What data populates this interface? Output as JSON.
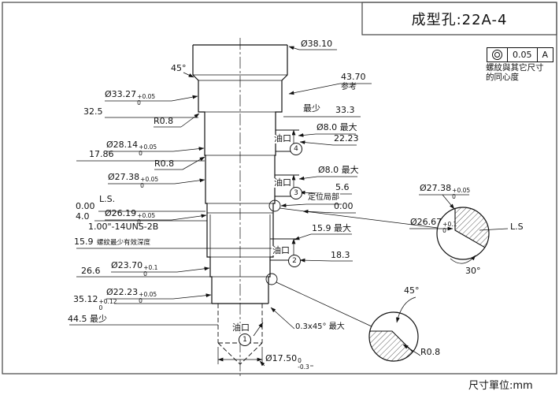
{
  "title": "成型孔:22A-4",
  "units_label": "尺寸單位:mm",
  "tolerance_frame": {
    "symbol": "concentricity",
    "value": "0.05",
    "datum": "A",
    "note_line1": "螺紋與其它尺寸",
    "note_line2": "的同心度"
  },
  "dims": {
    "d3810": "Ø38.10",
    "n4370": "43.70",
    "ref_note": "参考",
    "angle45_top": "45°",
    "d3327": {
      "v": "Ø33.27",
      "tu": "+0.05",
      "tl": "0"
    },
    "n325": "32.5",
    "min_label": "最少",
    "n333": "33.3",
    "r08_a": "R0.8",
    "d80_max_4": "Ø8.0 最大",
    "n2223": "22.23",
    "d2814": {
      "v": "Ø28.14",
      "tu": "+0.05",
      "tl": "0"
    },
    "n1786": "17.86",
    "r08_b": "R0.8",
    "d2738": {
      "v": "Ø27.38",
      "tu": "+0.05",
      "tl": "0"
    },
    "d80_max_3": "Ø8.0 最大",
    "n56": "5.6",
    "ls": "L.S.",
    "n000_left": "0.00",
    "loc_note": "定位局部",
    "n000_right": "0.00",
    "n40": "4.0",
    "d2619": {
      "v": "Ø26.19",
      "tu": "+0.05",
      "tl": "0"
    },
    "thread_spec": "1.00\"-14UNS-2B",
    "n159": "15.9",
    "thread_depth_note": "螺紋最少有效深度",
    "n159_max": "15.9 最大",
    "n183": "18.3",
    "d2370": {
      "v": "Ø23.70",
      "tu": "+0.1",
      "tl": "0"
    },
    "n266": "26.6",
    "d2223": {
      "v": "Ø22.23",
      "tu": "+0.05",
      "tl": "0"
    },
    "n3512": {
      "v": "35.12",
      "tu": "+0.12",
      "tl": "0"
    },
    "n445_min": "44.5 最少",
    "chamfer_note": "0.3x45° 最大",
    "d1750": {
      "v": "Ø17.50",
      "tu": "0",
      "tl": "-0.3"
    }
  },
  "oil_ports": {
    "label": "油口",
    "p1": "1",
    "p2": "2",
    "p3": "3",
    "p4": "4"
  },
  "detail_upper": {
    "d2738": {
      "v": "Ø27.38",
      "tu": "+0.05",
      "tl": "0"
    },
    "d2667": {
      "v": "Ø26.67",
      "tu": "+0.1",
      "tl": "0"
    },
    "ls": "L.S",
    "angle": "30°"
  },
  "detail_lower": {
    "angle": "45°",
    "radius": "R0.8"
  }
}
